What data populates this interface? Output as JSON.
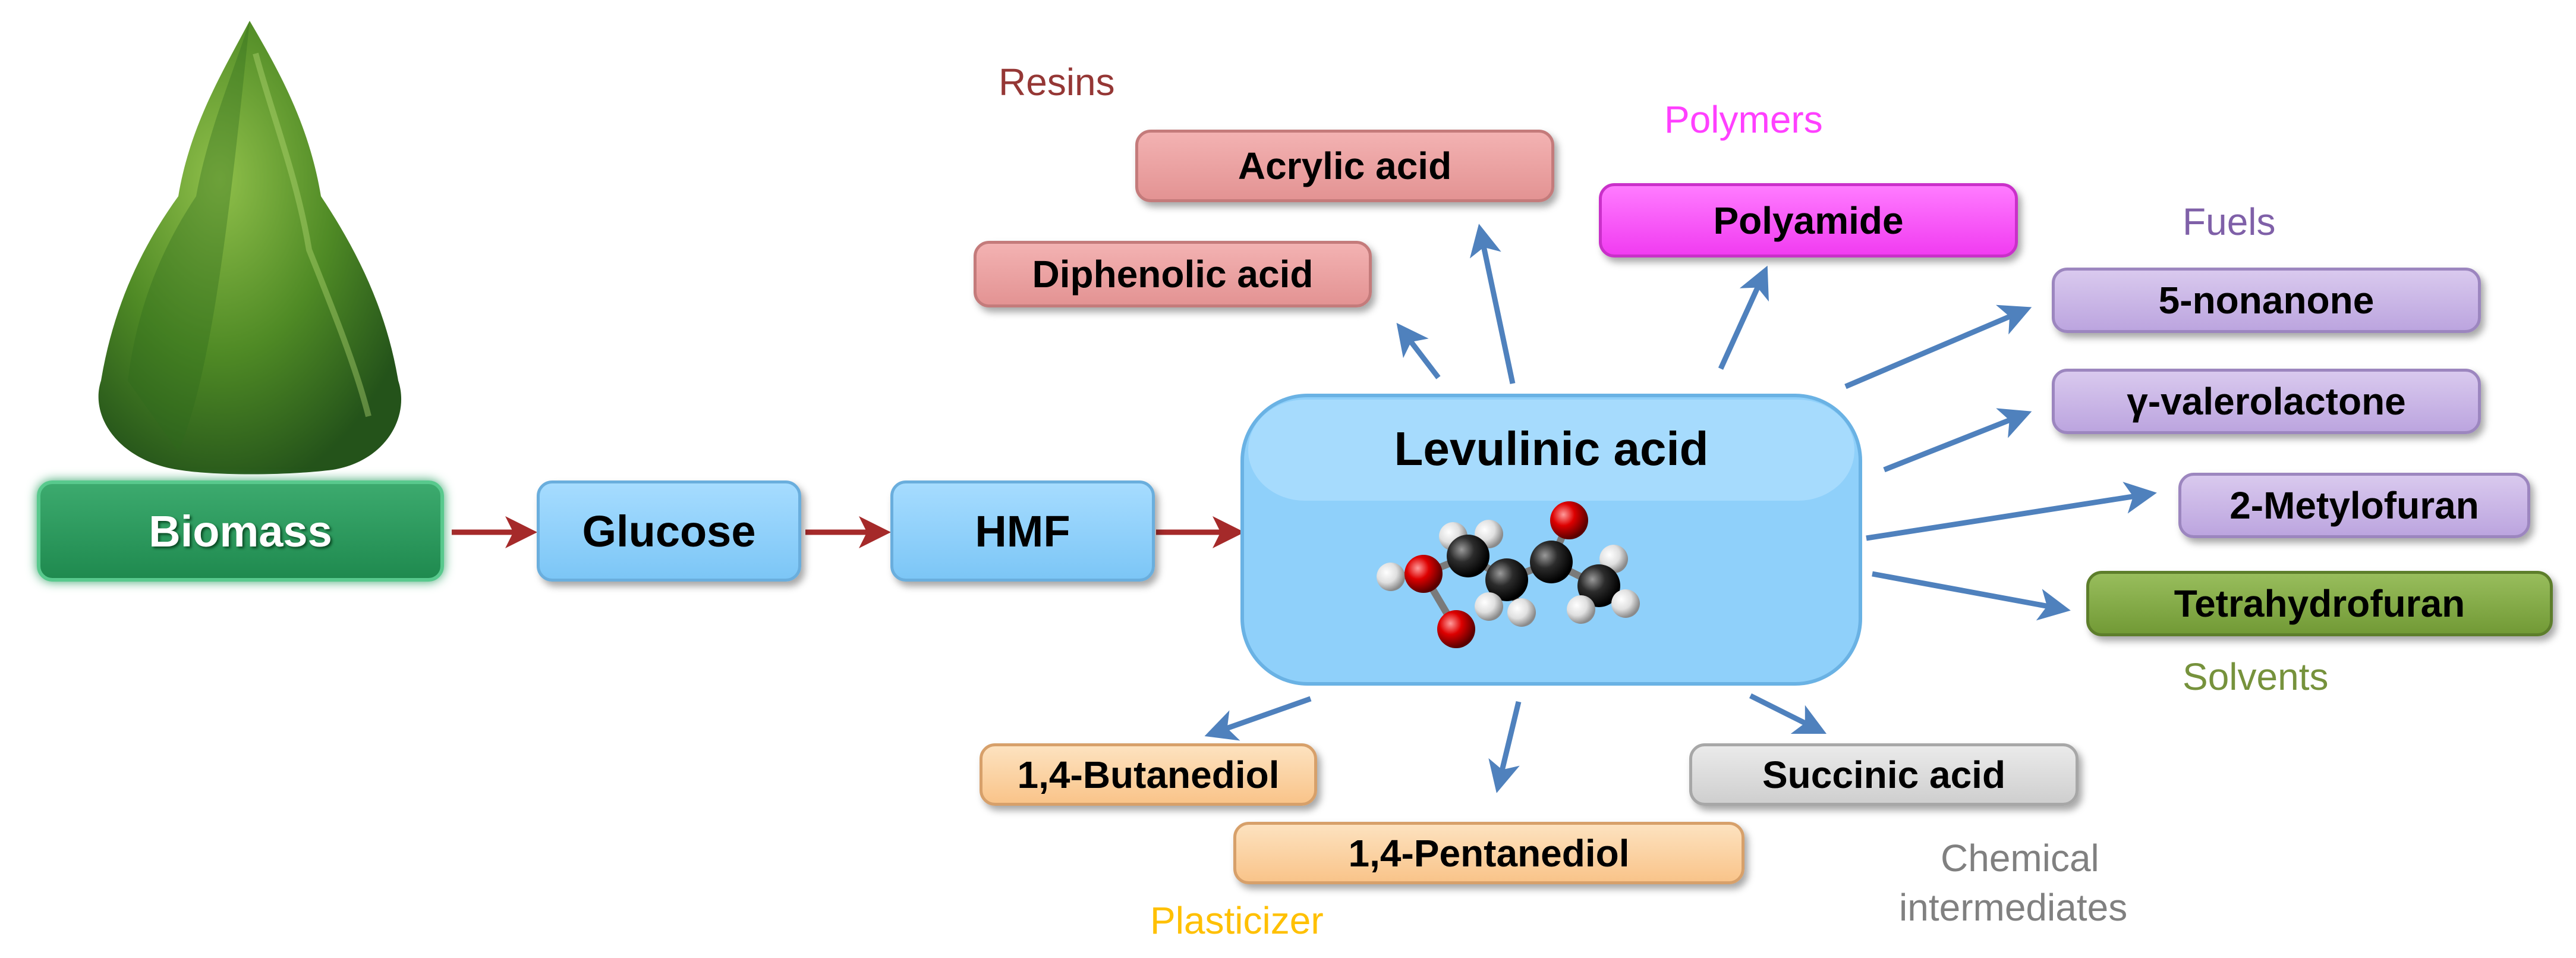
{
  "nodes": {
    "biomass": "Biomass",
    "glucose": "Glucose",
    "hmf": "HMF",
    "levulinic": "Levulinic acid",
    "acrylic": "Acrylic acid",
    "diphenolic": "Diphenolic acid",
    "polyamide": "Polyamide",
    "nonanone": "5-nonanone",
    "gvl": "γ-valerolactone",
    "metylofuran": "2-Metylofuran",
    "thf": "Tetrahydrofuran",
    "succinic": "Succinic acid",
    "butanediol": "1,4-Butanediol",
    "pentanediol": "1,4-Pentanediol"
  },
  "categories": {
    "resins": "Resins",
    "polymers": "Polymers",
    "fuels": "Fuels",
    "solvents": "Solvents",
    "chemical_line1": "Chemical",
    "chemical_line2": "intermediates",
    "plasticizer": "Plasticizer"
  },
  "colors": {
    "main_arrow": "#a52a2a",
    "branch_arrow": "#4f81bd",
    "resins": "#953735",
    "polymers": "#ff40ff",
    "fuels": "#7f60a8",
    "solvents": "#76923c",
    "chemical": "#808080",
    "plasticizer": "#ffc000"
  },
  "icons": [
    "tree-image",
    "levulinic-acid-molecule-model"
  ]
}
